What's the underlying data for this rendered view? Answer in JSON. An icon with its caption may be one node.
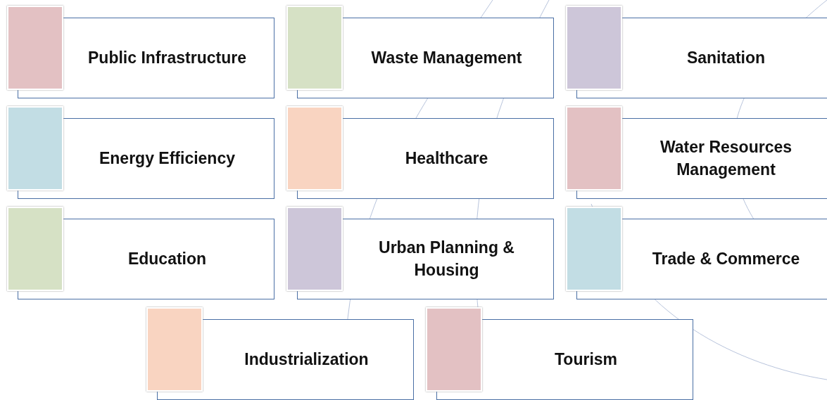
{
  "diagram": {
    "nodes": [
      {
        "text": [
          "Public Infrastructure"
        ]
      },
      {
        "text": [
          "Waste Management"
        ]
      },
      {
        "text": [
          "Sanitation"
        ]
      },
      {
        "text": [
          "Energy Efficiency"
        ]
      },
      {
        "text": [
          "Healthcare"
        ]
      },
      {
        "text": [
          "Water Resources Management"
        ]
      },
      {
        "text": [
          "Education"
        ]
      },
      {
        "text": [
          "Urban Planning & Housing"
        ]
      },
      {
        "text": [
          "Trade & Commerce"
        ]
      },
      {
        "text": [
          "Industrialization"
        ]
      },
      {
        "text": [
          "Tourism"
        ]
      }
    ],
    "edges": []
  }
}
